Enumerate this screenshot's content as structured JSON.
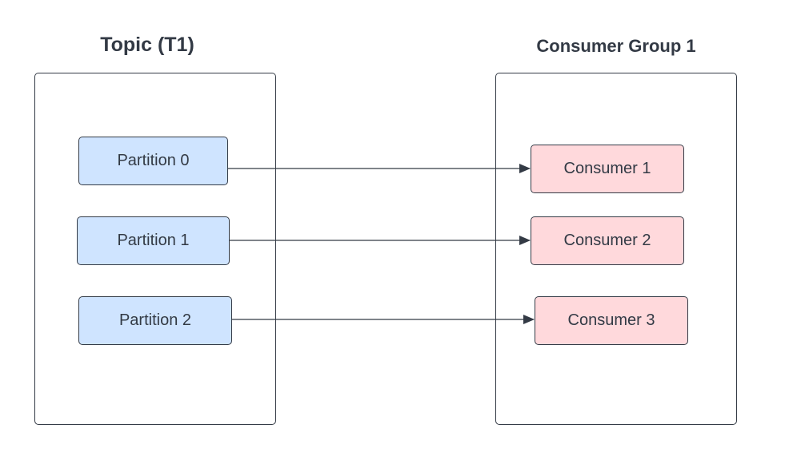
{
  "topic": {
    "title": "Topic (T1)",
    "partitions": [
      {
        "label": "Partition 0"
      },
      {
        "label": "Partition 1"
      },
      {
        "label": "Partition 2"
      }
    ]
  },
  "consumer_group": {
    "title": "Consumer Group 1",
    "consumers": [
      {
        "label": "Consumer 1"
      },
      {
        "label": "Consumer 2"
      },
      {
        "label": "Consumer 3"
      }
    ]
  },
  "connections": [
    {
      "from": "Partition 0",
      "to": "Consumer 1"
    },
    {
      "from": "Partition 1",
      "to": "Consumer 2"
    },
    {
      "from": "Partition 2",
      "to": "Consumer 3"
    }
  ],
  "colors": {
    "partition_fill": "#cfe4ff",
    "consumer_fill": "#ffd9dc",
    "stroke": "#333a45"
  }
}
